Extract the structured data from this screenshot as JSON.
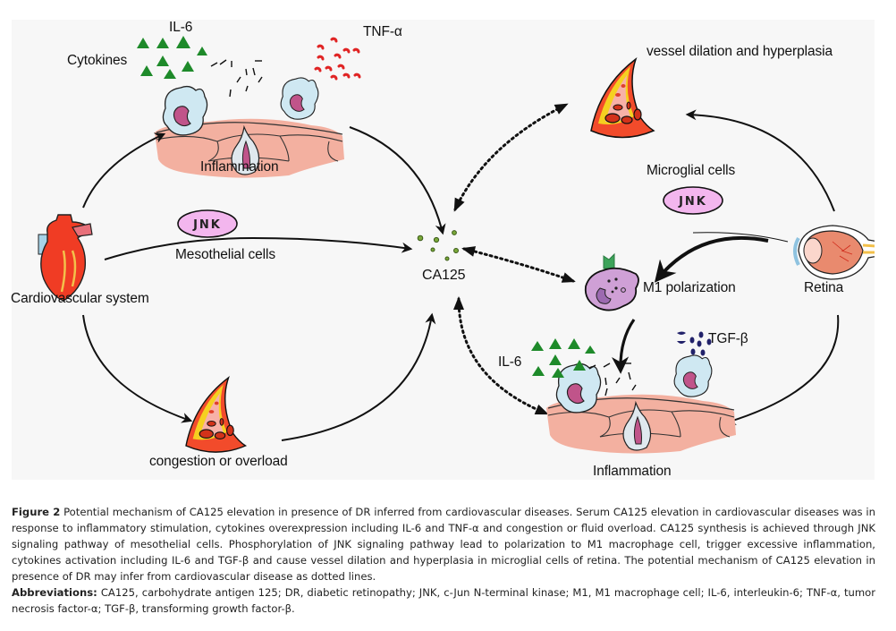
{
  "figure": {
    "labels": {
      "cytokines": "Cytokines",
      "il6_top": "IL-6",
      "tnf": "TNF-α",
      "inflammation_top": "Inflammation",
      "jnk_left": "JNK",
      "mesothelial": "Mesothelial cells",
      "cardiovascular": "Cardiovascular system",
      "congestion": "congestion or overload",
      "ca125": "CA125",
      "vessel": "vessel dilation and hyperplasia",
      "microglial": "Microglial cells",
      "jnk_right": "JNK",
      "m1": "M1 polarization",
      "retina": "Retina",
      "tgf": "TGF-β",
      "il6_bottom": "IL-6",
      "inflammation_bottom": "Inflammation"
    },
    "colors": {
      "background": "#f7f7f7",
      "il6_green": "#1e8a2a",
      "tnf_red": "#e02424",
      "tgf_navy": "#22226a",
      "jnk_pink": "#f3b6ee",
      "ca125_dots": "#4a7a22",
      "macrophage_purple": "#cfa0d6",
      "tissue_salmon": "#f3b0a0",
      "cell_blue": "#cfe8f2"
    }
  },
  "caption": {
    "title": "Figure 2",
    "text": "Potential mechanism of CA125 elevation in presence of DR inferred from cardiovascular diseases. Serum CA125 elevation in cardiovascular diseases was in response to inflammatory stimulation, cytokines overexpression including IL-6 and TNF-α and congestion or fluid overload. CA125 synthesis is achieved through JNK signaling pathway of mesothelial cells. Phosphorylation of JNK signaling pathway lead to polarization to M1 macrophage cell, trigger excessive inflammation, cytokines activation including IL-6 and TGF-β and cause vessel dilation and hyperplasia in microglial cells of retina. The potential mechanism of CA125 elevation in presence of DR may infer from cardiovascular disease as dotted lines.",
    "abbrev_title": "Abbreviations:",
    "abbrev_text": "CA125, carbohydrate antigen 125; DR, diabetic retinopathy; JNK, c-Jun N-terminal kinase; M1, M1 macrophage cell; IL-6, interleukin-6; TNF-α, tumor necrosis factor-α; TGF-β, transforming growth factor-β."
  }
}
